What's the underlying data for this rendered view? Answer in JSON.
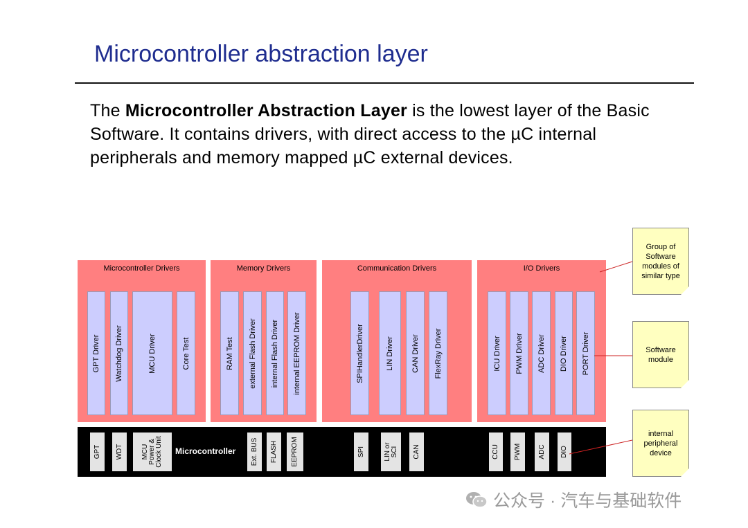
{
  "slide": {
    "title": "Microcontroller abstraction layer",
    "intro_part1": "The ",
    "intro_bold": "Microcontroller Abstraction Layer",
    "intro_part2": " is the lowest layer of the Basic Software. It contains drivers, with direct access to the µC internal peripherals and memory mapped µC external devices."
  },
  "groups": [
    {
      "title": "Microcontroller Drivers",
      "modules": [
        "GPT Driver",
        "Watchdog Driver",
        "MCU Driver",
        "Core Test"
      ]
    },
    {
      "title": "Memory Drivers",
      "modules": [
        "RAM Test",
        "external Flash Driver",
        "internal Flash Driver",
        "internal EEPROM Driver"
      ]
    },
    {
      "title": "Communication Drivers",
      "modules": [
        "SPIHandlerDriver",
        "LIN Driver",
        "CAN Driver",
        "FlexRay Driver"
      ]
    },
    {
      "title": "I/O Drivers",
      "modules": [
        "ICU Driver",
        "PWM Driver",
        "ADC Driver",
        "DIO Driver",
        "PORT Driver"
      ]
    }
  ],
  "microcontroller": {
    "label": "Microcontroller",
    "peripherals": [
      "GPT",
      "WDT",
      "MCU\nPower &\nClock Unit",
      "Ext. BUS",
      "FLASH",
      "EEPROM",
      "SPI",
      "LIN or\nSCI",
      "CAN",
      "CCU",
      "PWM",
      "ADC",
      "DIO"
    ]
  },
  "legend": {
    "group": "Group of Software modules of similar type",
    "module": "Software module",
    "peripheral": "internal peripheral device"
  },
  "colors": {
    "title": "#1f2d8f",
    "group_fill": "#ff7f80",
    "module_fill": "#cccdfe",
    "note_fill": "#ffffc0",
    "connector": "#cc2222"
  },
  "watermark": {
    "text": "公众号 · 汽车与基础软件"
  }
}
